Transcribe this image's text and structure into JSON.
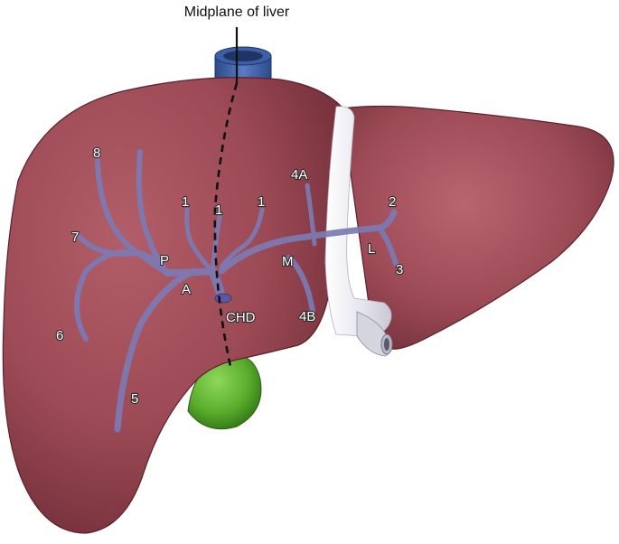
{
  "title": "Midplane of liver",
  "labels": {
    "seg8": "8",
    "seg7": "7",
    "seg6": "6",
    "seg5": "5",
    "seg1a": "1",
    "seg1b": "1",
    "seg1c": "1",
    "seg4a": "4A",
    "seg4b": "4B",
    "seg2": "2",
    "seg3": "3",
    "branch_p": "P",
    "branch_a": "A",
    "branch_m": "M",
    "branch_l": "L",
    "chd": "CHD"
  },
  "colors": {
    "liver": "#9c4a55",
    "liver_dark": "#6e2c36",
    "ducts": "#7c7ab4",
    "gallbladder": "#5cae2e",
    "ligament": "#f0f0f6",
    "vein": "#3d5fa8"
  }
}
